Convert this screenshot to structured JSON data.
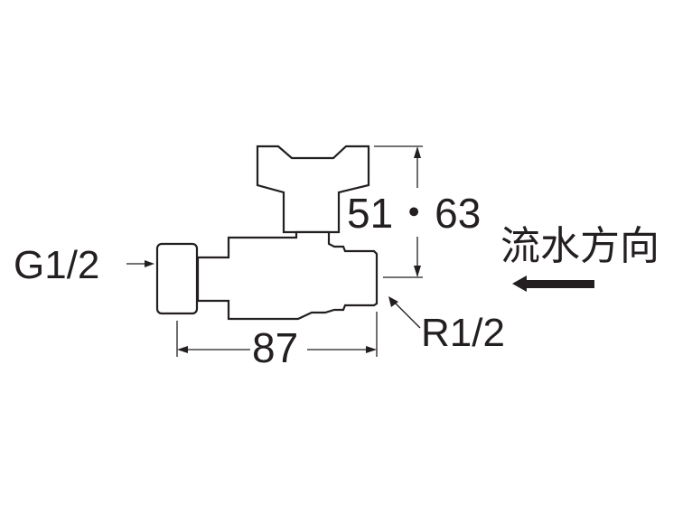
{
  "labels": {
    "inlet": "G1/2",
    "outlet": "R1/2",
    "length": "87",
    "height": "51・63",
    "flow_direction": "流水方向"
  },
  "colors": {
    "line": "#231f20",
    "background": "#ffffff"
  }
}
